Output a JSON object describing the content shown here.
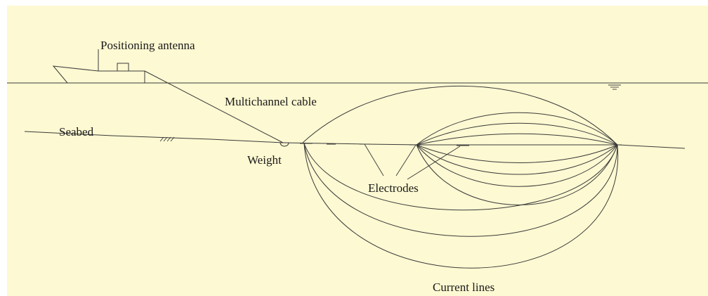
{
  "diagram": {
    "background_color": "#fdf9d2",
    "line_color": "#3a3a3a",
    "labels": {
      "antenna": "Positioning antenna",
      "cable": "Multichannel cable",
      "seabed": "Seabed",
      "weight": "Weight",
      "electrodes": "Electrodes",
      "current_lines": "Current lines"
    }
  }
}
